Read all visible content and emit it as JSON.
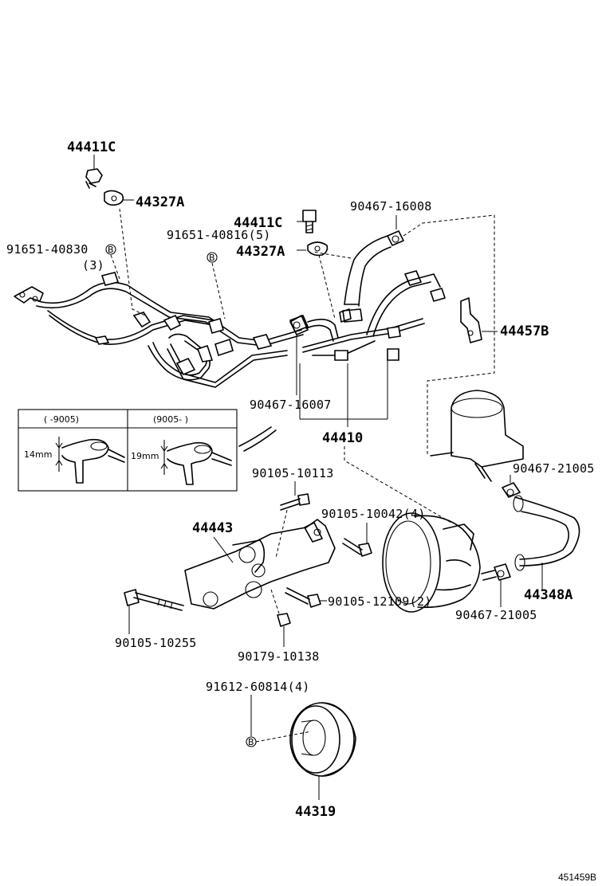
{
  "labels": {
    "p44411c_top": "44411C",
    "p44327a_top": "44327A",
    "p44411c_mid": "44411C",
    "p44327a_mid": "44327A",
    "p90467_16008": "90467-16008",
    "p91651_40816": "91651-40816(5)",
    "p91651_40830": "91651-40830",
    "p91651_40830_qty": "(3)",
    "p44457b": "44457B",
    "p90467_16007": "90467-16007",
    "p44410": "44410",
    "p90467_21005_top": "90467-21005",
    "p90105_10113": "90105-10113",
    "p90105_10042": "90105-10042(4)",
    "p44443": "44443",
    "p90105_12109": "90105-12109(2)",
    "p44348a": "44348A",
    "p90467_21005_bot": "90467-21005",
    "p90105_10255": "90105-10255",
    "p90179_10138": "90179-10138",
    "p91612_60814": "91612-60814(4)",
    "p44319": "44319"
  },
  "marker_b": "B",
  "inset": {
    "left_header": "(   -9005)",
    "right_header": "(9005-   )",
    "left_dim": "14mm",
    "right_dim": "19mm"
  },
  "diagram_id": "451459B"
}
